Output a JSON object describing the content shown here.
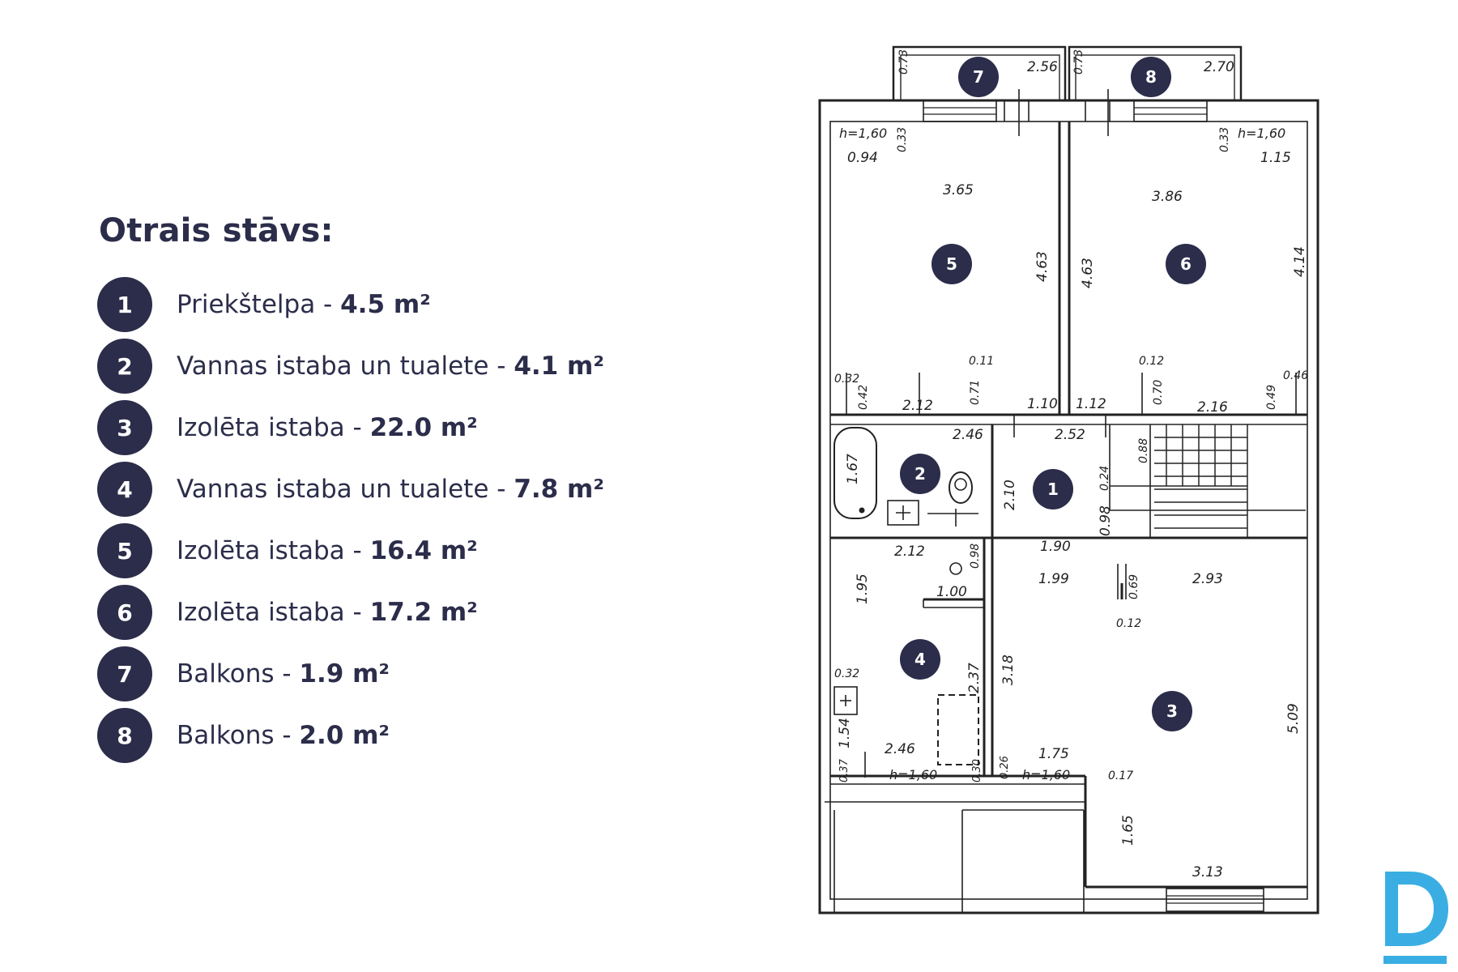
{
  "title": "Otrais stāvs:",
  "rooms": [
    {
      "num": "1",
      "name": "Priekštelpa",
      "sep": " - ",
      "area": "4.5 m²"
    },
    {
      "num": "2",
      "name": "Vannas istaba un tualete",
      "sep": " - ",
      "area": "4.1 m²"
    },
    {
      "num": "3",
      "name": "Izolēta istaba",
      "sep": " - ",
      "area": "22.0 m²"
    },
    {
      "num": "4",
      "name": "Vannas istaba un tualete",
      "sep": " - ",
      "area": "7.8 m²"
    },
    {
      "num": "5",
      "name": "Izolēta istaba",
      "sep": " - ",
      "area": "16.4 m²"
    },
    {
      "num": "6",
      "name": "Izolēta istaba",
      "sep": " - ",
      "area": "17.2 m²"
    },
    {
      "num": "7",
      "name": "Balkons",
      "sep": " - ",
      "area": "1.9 m²"
    },
    {
      "num": "8",
      "name": "Balkons",
      "sep": " - ",
      "area": "2.0 m²"
    }
  ],
  "plan": {
    "dims": {
      "b7_h": "0.73",
      "b7_w": "2.56",
      "b8_h": "0.73",
      "b8_w": "2.70",
      "r5_h160": "h=1,60",
      "r5_033": "0.33",
      "r5_094": "0.94",
      "r5_w": "3.65",
      "r5_h": "4.63",
      "r5_011": "0.11",
      "r5_032": "0.32",
      "r5_042": "0.42",
      "r5_212": "2.12",
      "r5_071": "0.71",
      "r6_h160": "h=1,60",
      "r6_033": "0.33",
      "r6_115": "1.15",
      "r6_w": "3.86",
      "r6_h463": "4.63",
      "r6_h414": "4.14",
      "r6_012": "0.12",
      "r6_046": "0.46",
      "r6_070": "0.70",
      "r6_216": "2.16",
      "r6_049": "0.49",
      "c_110": "1.10",
      "c_112": "1.12",
      "r2_246": "2.46",
      "r2_167": "1.67",
      "r2_210": "2.10",
      "r1_252": "2.52",
      "r1_088": "0.88",
      "r1_024": "0.24",
      "r1_098": "0.98",
      "r1_190": "1.90",
      "r4_212": "2.12",
      "r4_098": "0.98",
      "r4_195": "1.95",
      "r4_100": "1.00",
      "r4_032": "0.32",
      "r4_237": "2.37",
      "r4_154": "1.54",
      "r4_246": "2.46",
      "r4_037": "0.37",
      "r4_h160": "h=1,60",
      "r4_030": "0.30",
      "r3_199": "1.99",
      "r3_069": "0.69",
      "r3_293": "2.93",
      "r3_012": "0.12",
      "r3_318": "3.18",
      "r3_509": "5.09",
      "r3_026": "0.26",
      "r3_175": "1.75",
      "r3_h160": "h=1,60",
      "r3_017": "0.17",
      "r3_165": "1.65",
      "r3_313": "3.13"
    }
  }
}
